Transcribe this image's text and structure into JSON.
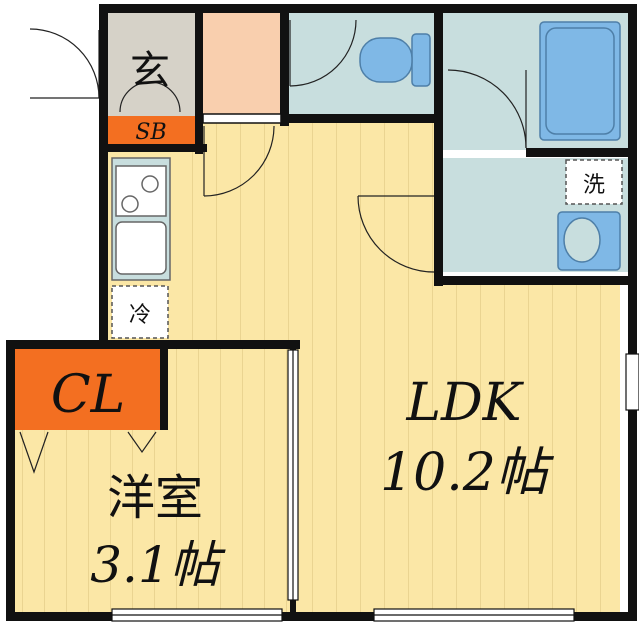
{
  "rooms": {
    "entrance": {
      "label": "玄"
    },
    "shoe_box": {
      "label": "SB"
    },
    "ldk": {
      "name": "LDK",
      "size": "10.2帖"
    },
    "western_room": {
      "name": "洋室",
      "size": "3.1帖"
    },
    "closet": {
      "label": "CL"
    }
  },
  "fixtures": {
    "fridge": {
      "label": "冷"
    },
    "washer": {
      "label": "洗"
    }
  },
  "colors": {
    "floor": "#fbe7a6",
    "floor_lines": "#d9c27c",
    "wet_area": "#c8dede",
    "entrance_floor": "#d6d2c8",
    "storage_orange": "#f36f21",
    "hall_peach": "#f9cfae",
    "fixture_blue": "#7fb8e6",
    "wall": "#111111"
  }
}
